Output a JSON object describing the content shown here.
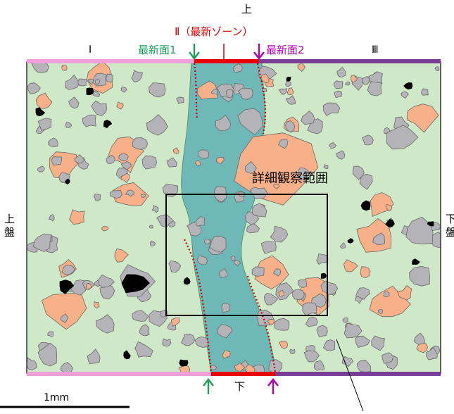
{
  "labels": {
    "top": "上",
    "bottom": "下",
    "left_wall": "上\n盤",
    "right_wall": "下\n盤",
    "zone1": "Ⅰ",
    "zone2": "Ⅱ（最新ゾーン）",
    "zone3": "Ⅲ",
    "surface1": "最新面1",
    "surface2": "最新面2",
    "observation_area": "詳細観察範囲",
    "scale": "1mm"
  },
  "colors": {
    "matrix_green": "#cfe8c8",
    "zone_blue": "#6fb8b8",
    "clast_orange": "#f7b088",
    "clast_gray": "#b4b4b8",
    "void_black": "#000000",
    "zone1_bar": "#f0a0d8",
    "zone2_bar": "#e60000",
    "zone3_bar": "#7a3e96",
    "surface1_color": "#1aa05a",
    "surface2_color": "#b400b4",
    "boundary_red": "#d00000"
  }
}
